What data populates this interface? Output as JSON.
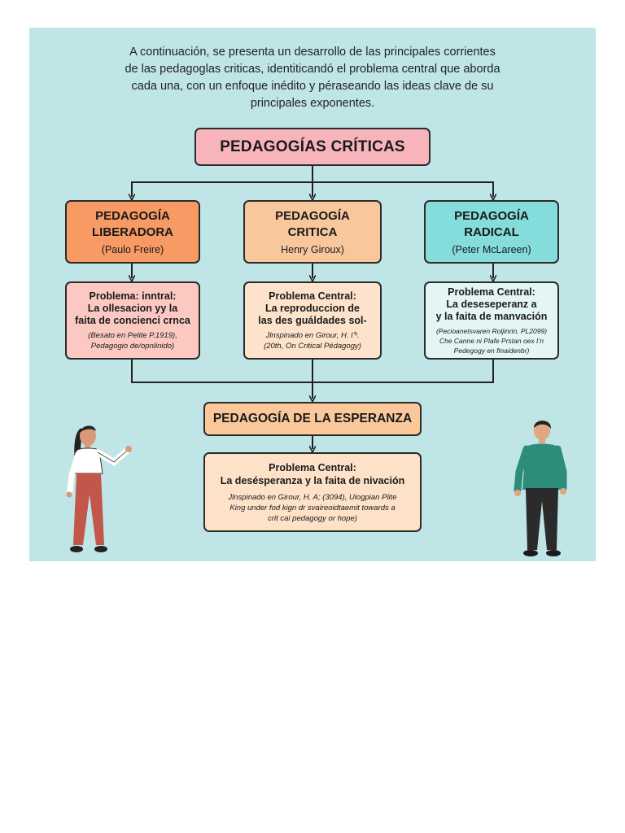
{
  "intro": {
    "lines": [
      "A continuación, se presenta un desarrollo de las principales corrientes",
      "de las pedagoglas criticas, identiticandó el problema central que aborda",
      "cada una, con un enfoque inédito y péraseando las ideas clave de su",
      "principales exponentes."
    ]
  },
  "title": "PEDAGOGÍAS CRÍTICAS",
  "branches": [
    {
      "name": "PEDAGOGÍA\nLIBERADORA",
      "author": "(Paulo Freire)",
      "problem_title": "Problema: inntral:",
      "problem_text": "La ollesacion yy la\nfaita de concienci crnca",
      "problem_ref": "(Besato en Pelite P.1919),\nPedagogio de/opnlinido)"
    },
    {
      "name": "PEDAGOGÍA\nCRITICA",
      "author": "Henry Giroux)",
      "problem_title": "Problema Central:",
      "problem_text": "La reproduccion de\nlas des guáldades sol-",
      "problem_ref": "Jlnspinado en Girour, H. Iʼʰ.\n(20th, On Critical Pédagogy)"
    },
    {
      "name": "PEDAGOGÍA\nRADICAL",
      "author": "(Peter McLareen)",
      "problem_title": "Problema Central:",
      "problem_text": "La deseseperanz a\ny la faita de manvación",
      "problem_ref": "(Pecioanetsvaren Roljinrin, PL2099)\nChe Canne ni Plafe Prstan oex Iʼn\nPedegogy en finaidenbr)"
    }
  ],
  "hope": {
    "name": "PEDAGOGÍA DE LA ESPERANZA",
    "problem_title": "Problema Central:",
    "problem_text": "La desésperanza y la faita de nivación",
    "problem_ref": "Jlnspinado en Girour, H. A; (3094), Uiogpian Plite\nKing under fod kign dr svaireoidtaemit towards a\ncrit cai pedagogy or hope)"
  },
  "colors": {
    "panel": "#bfe5e7",
    "title_box": "#f8b4bb",
    "liberadora": "#f79a63",
    "critica": "#f9c79c",
    "radical": "#84dcdb",
    "esperanza": "#fbc89c"
  },
  "illustrations": [
    "woman-presenting-figure",
    "man-standing-figure"
  ]
}
